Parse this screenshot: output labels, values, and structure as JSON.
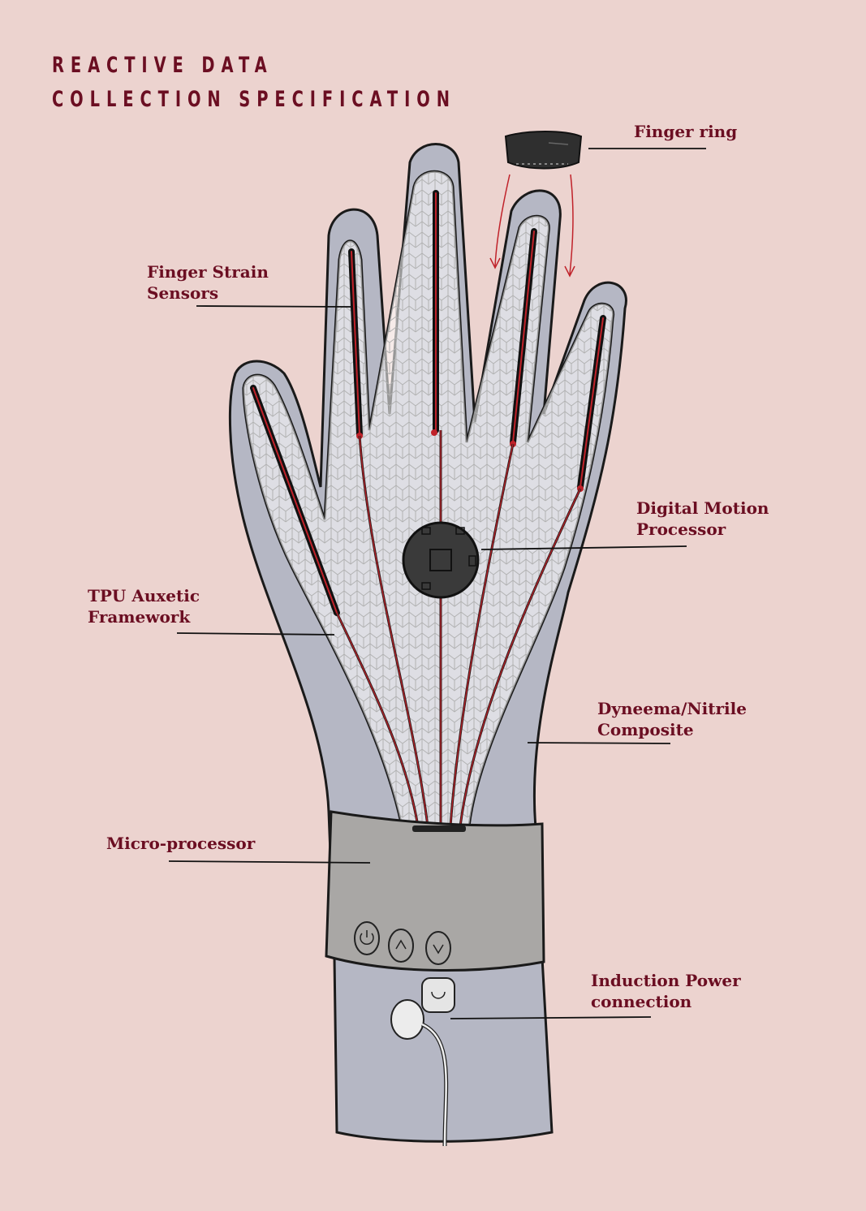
{
  "title": {
    "line1": "REACTIVE DATA",
    "line2": "COLLECTION SPECIFICATION"
  },
  "labels": {
    "finger_ring": "Finger ring",
    "finger_strain": [
      "Finger Strain",
      "Sensors"
    ],
    "digital_motion": [
      "Digital Motion",
      "Processor"
    ],
    "tpu_auxetic": [
      "TPU Auxetic",
      "Framework"
    ],
    "dyneema": [
      "Dyneema/Nitrile",
      "Composite"
    ],
    "micro_processor": "Micro-processor",
    "induction_power": [
      "Induction Power",
      "connection"
    ]
  },
  "colors": {
    "background": "#ecd3cf",
    "label_text": "#6b0e22",
    "glove_shell": "#b5b7c4",
    "wristband": "#a9a7a5",
    "sensor_wire": "#c0222a"
  },
  "icons": {
    "wristband_buttons": [
      "power-icon",
      "chevron-up-icon",
      "chevron-down-icon"
    ]
  }
}
